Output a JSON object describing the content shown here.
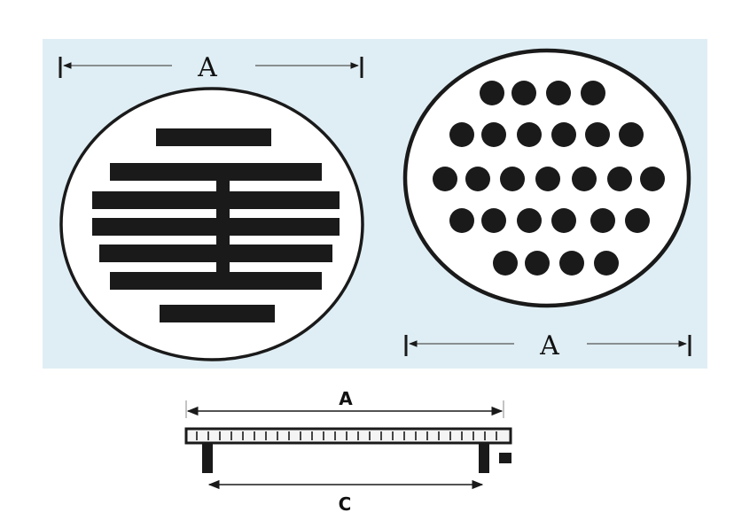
{
  "diagram": {
    "top_left_dimension": "A",
    "top_right_dimension": "A",
    "side_view_top_dimension": "A",
    "side_view_bottom_dimension": "C"
  },
  "colors": {
    "panel_background": "#dfeef4",
    "ink": "#1a1a1a",
    "cover_fill": "#ffffff"
  }
}
